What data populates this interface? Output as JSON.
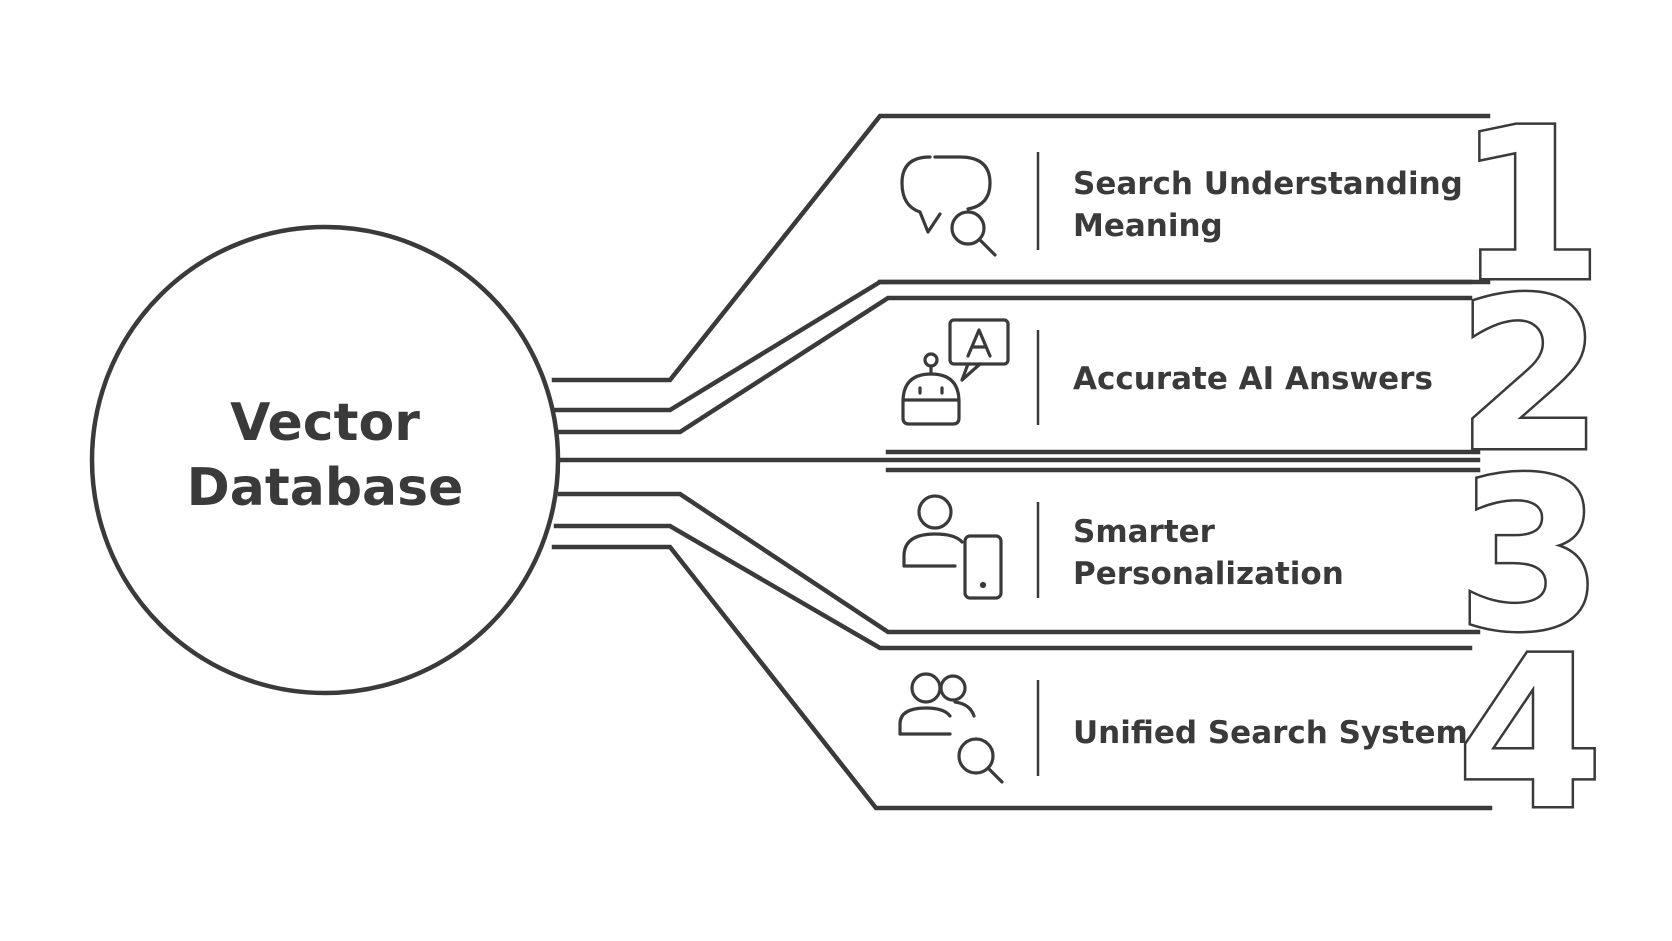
{
  "hub": {
    "line1": "Vector",
    "line2": "Database"
  },
  "items": [
    {
      "number": "1",
      "line1": "Search Understanding",
      "line2": "Meaning",
      "icon": "chat-search-icon"
    },
    {
      "number": "2",
      "line1": "Accurate AI Answers",
      "line2": "",
      "icon": "robot-chat-icon"
    },
    {
      "number": "3",
      "line1": "Smarter",
      "line2": "Personalization",
      "icon": "user-device-icon"
    },
    {
      "number": "4",
      "line1": "Unified Search System",
      "line2": "",
      "icon": "users-search-icon"
    }
  ]
}
